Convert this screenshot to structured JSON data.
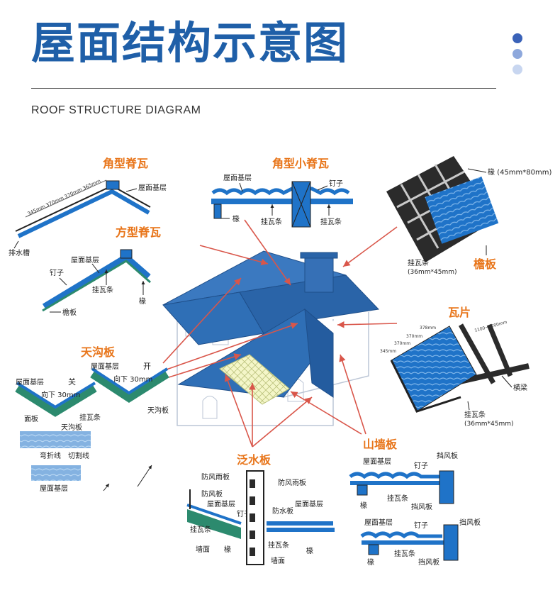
{
  "header": {
    "title": "屋面结构示意图",
    "subtitle": "ROOF STRUCTURE DIAGRAM",
    "dot_colors": [
      "#3a62b8",
      "#8ea8dc",
      "#c8d6f0"
    ]
  },
  "colors": {
    "accent": "#e8751a",
    "roof_blue": "#2f6fb6",
    "tile_blue": "#1f73c8",
    "green": "#2c8a6e",
    "arrow_red": "#d9564a",
    "line": "#333333"
  },
  "sections": {
    "ridge_angle": {
      "title": "角型脊瓦",
      "dims": [
        "345mm",
        "370mm",
        "370mm",
        "365mm"
      ],
      "labels": {
        "base": "屋面基层",
        "drain": "排水槽"
      }
    },
    "ridge_square": {
      "title": "方型脊瓦",
      "labels": {
        "base": "屋面基层",
        "nail": "钉子",
        "batten": "挂瓦条",
        "rafter": "椽",
        "eave": "檐板"
      }
    },
    "ridge_small": {
      "title": "角型小脊瓦",
      "labels": {
        "base": "屋面基层",
        "nail": "钉子",
        "rafter": "椽",
        "batten_left": "挂瓦条",
        "batten_right": "挂瓦条"
      }
    },
    "eave_board": {
      "title": "檐板",
      "labels": {
        "rafter": "椽 (45mm*80mm)",
        "batten": "挂瓦条",
        "batten_size": "(36mm*45mm)"
      }
    },
    "tile": {
      "title": "瓦片",
      "dims": [
        "378mm",
        "370mm",
        "370mm",
        "345mm",
        "1100~1200mm"
      ],
      "labels": {
        "beam": "横梁",
        "batten": "挂瓦条",
        "batten_size": "(36mm*45mm)"
      }
    },
    "valley": {
      "title": "天沟板",
      "labels": {
        "base": "屋面基层",
        "closed": "关",
        "down": "向下 30mm",
        "base2": "屋面基层",
        "open": "开",
        "down2": "向下 30mm",
        "face": "面板",
        "batten": "挂瓦条",
        "valley_board": "天沟板",
        "valley_board2": "天沟板",
        "fold": "弯折线",
        "cut": "切割线",
        "base3": "屋面基层"
      }
    },
    "flashing": {
      "title": "泛水板",
      "labels": {
        "wind_top": "防风雨板",
        "wind_board": "防风板",
        "base": "屋面基层",
        "nail": "钉子",
        "batten": "挂瓦条",
        "wall": "墙面",
        "rafter": "椽",
        "wind_top2": "防风雨板",
        "water_board": "防水板",
        "base2": "屋面基层",
        "batten2": "挂瓦条",
        "rafter2": "椽",
        "wall2": "墙面"
      }
    },
    "gable": {
      "title": "山墙板",
      "labels": {
        "base": "屋面基层",
        "nail": "钉子",
        "wind_board": "挡风板",
        "rafter": "椽",
        "batten": "挂瓦条",
        "wind_board2": "挡风板",
        "base2": "屋面基层",
        "nail2": "钉子",
        "wind_board3": "挡风板",
        "rafter2": "椽",
        "batten2": "挂瓦条",
        "wind_board4": "挡风板"
      }
    }
  }
}
